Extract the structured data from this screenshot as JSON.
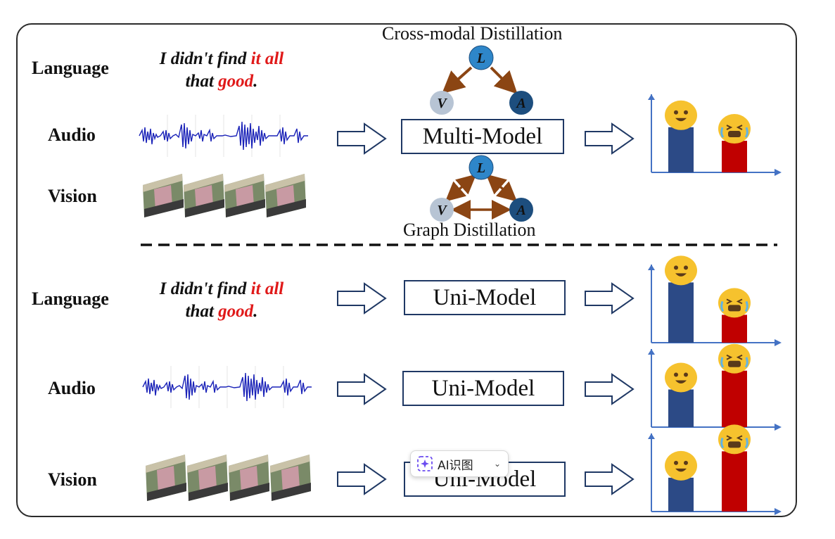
{
  "diagram": {
    "top": {
      "modalities": [
        "Language",
        "Audio",
        "Vision"
      ],
      "quote": {
        "line1_black": "I didn't find ",
        "line1_red": "it all",
        "line2_black": "that ",
        "line2_red": "good",
        "line2_end": "."
      },
      "top_caption": "Cross-modal Distillation",
      "bottom_caption": "Graph Distillation",
      "model_label": "Multi-Model",
      "nodes": [
        "L",
        "V",
        "A"
      ]
    },
    "bottom": {
      "rows": [
        {
          "modality": "Language",
          "model_label": "Uni-Model"
        },
        {
          "modality": "Audio",
          "model_label": "Uni-Model"
        },
        {
          "modality": "Vision",
          "model_label": "Uni-Model"
        }
      ],
      "quote": {
        "line1_black": "I didn't find ",
        "line1_red": "it all",
        "line2_black": "that ",
        "line2_red": "good",
        "line2_end": "."
      }
    },
    "bar_outputs": [
      {
        "positive": 0.6,
        "negative": 0.42
      },
      {
        "positive": 0.8,
        "negative": 0.37
      },
      {
        "positive": 0.5,
        "negative": 0.75
      },
      {
        "positive": 0.45,
        "negative": 0.8
      }
    ],
    "colors": {
      "positive_bar": "#2c4a86",
      "negative_bar": "#c00000",
      "axis": "#4472c4",
      "arrow_brown": "#8b4513",
      "node_L": "#2e86c9",
      "node_V": "#b7c4d4",
      "node_A": "#1d4e7e"
    }
  },
  "overlay": {
    "button_label": "AI识图",
    "icon": "sparkle-icon",
    "chevron": "chevron-down-icon"
  }
}
